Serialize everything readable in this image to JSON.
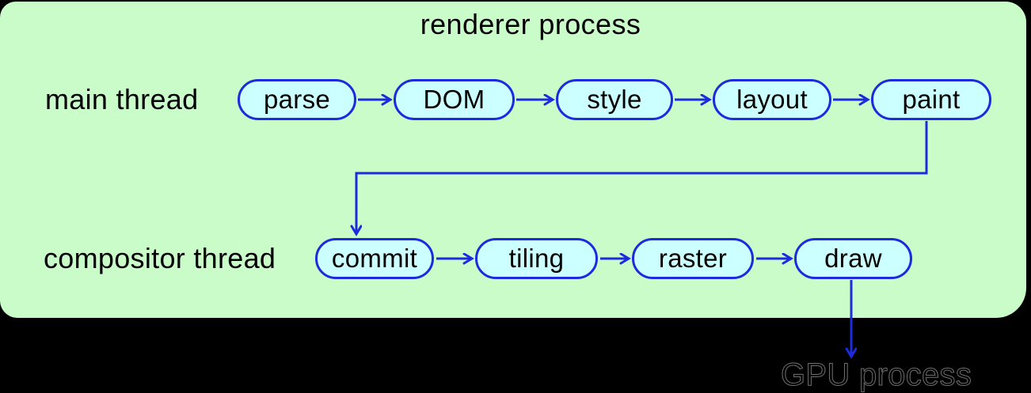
{
  "title": "renderer process",
  "threads": [
    {
      "label": "main thread",
      "stages": [
        "parse",
        "DOM",
        "style",
        "layout",
        "paint"
      ]
    },
    {
      "label": "compositor thread",
      "stages": [
        "commit",
        "tiling",
        "raster",
        "draw"
      ]
    }
  ],
  "external": {
    "label": "GPU process"
  },
  "colors": {
    "canvas_background": "#000000",
    "process_box": "#c9fcc9",
    "stage_fill": "#ccffff",
    "stage_border": "#1c2bdd",
    "arrow": "#1c2bdd",
    "text": "#000000"
  }
}
